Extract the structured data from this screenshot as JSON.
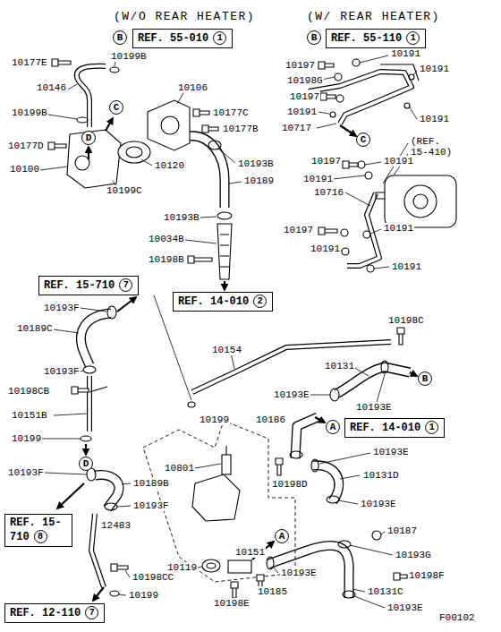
{
  "diagram": {
    "nodes": [
      {
        "text": [
          "B"
        ]
      },
      {
        "text": [
          "(W/O REAR HEATER)",
          "REF. 55-010",
          "1"
        ]
      },
      {
        "text": [
          "B"
        ]
      },
      {
        "text": [
          "(W/ REAR HEATER)",
          "REF. 55-110",
          "1"
        ]
      },
      {
        "text": [
          "C"
        ]
      },
      {
        "text": [
          "D"
        ]
      },
      {
        "text": [
          "C"
        ]
      },
      {
        "text": [
          "REF. 14-010",
          "2"
        ]
      },
      {
        "text": [
          "REF. 15-710",
          "7"
        ]
      },
      {
        "text": [
          "B"
        ]
      },
      {
        "text": [
          "A"
        ]
      },
      {
        "text": [
          "REF. 14-010",
          "1"
        ]
      },
      {
        "text": [
          "D"
        ]
      },
      {
        "text": [
          "REF. 15-710",
          "8"
        ]
      },
      {
        "text": [
          "A"
        ]
      },
      {
        "text": [
          "REF. 12-110",
          "7"
        ]
      }
    ],
    "labels": [
      "10177E",
      "10199B",
      "10146",
      "10199B",
      "10106",
      "10177C",
      "10177B",
      "10177D",
      "10100",
      "10120",
      "10193B",
      "10189",
      "10199C",
      "10193B",
      "10034B",
      "10198B",
      "10197",
      "10191",
      "10198G",
      "10191",
      "10197",
      "10191",
      "10191",
      "10717",
      "(REF. 15-410)",
      "10197",
      "10191",
      "10191",
      "10716",
      "10197",
      "10191",
      "10191",
      "10191",
      "10193F",
      "10198C",
      "10189C",
      "10154",
      "10131",
      "10193F",
      "10198CB",
      "10193E",
      "10193E",
      "10151B",
      "10199",
      "10186",
      "10199",
      "10193E",
      "10193F",
      "10801",
      "10131D",
      "10189B",
      "10198D",
      "10193E",
      "10193F",
      "12483",
      "10187",
      "10151",
      "10193G",
      "10119",
      "10193E",
      "10198CC",
      "10198F",
      "10185",
      "10131C",
      "10199",
      "10198E",
      "10193E",
      "F00102"
    ]
  }
}
